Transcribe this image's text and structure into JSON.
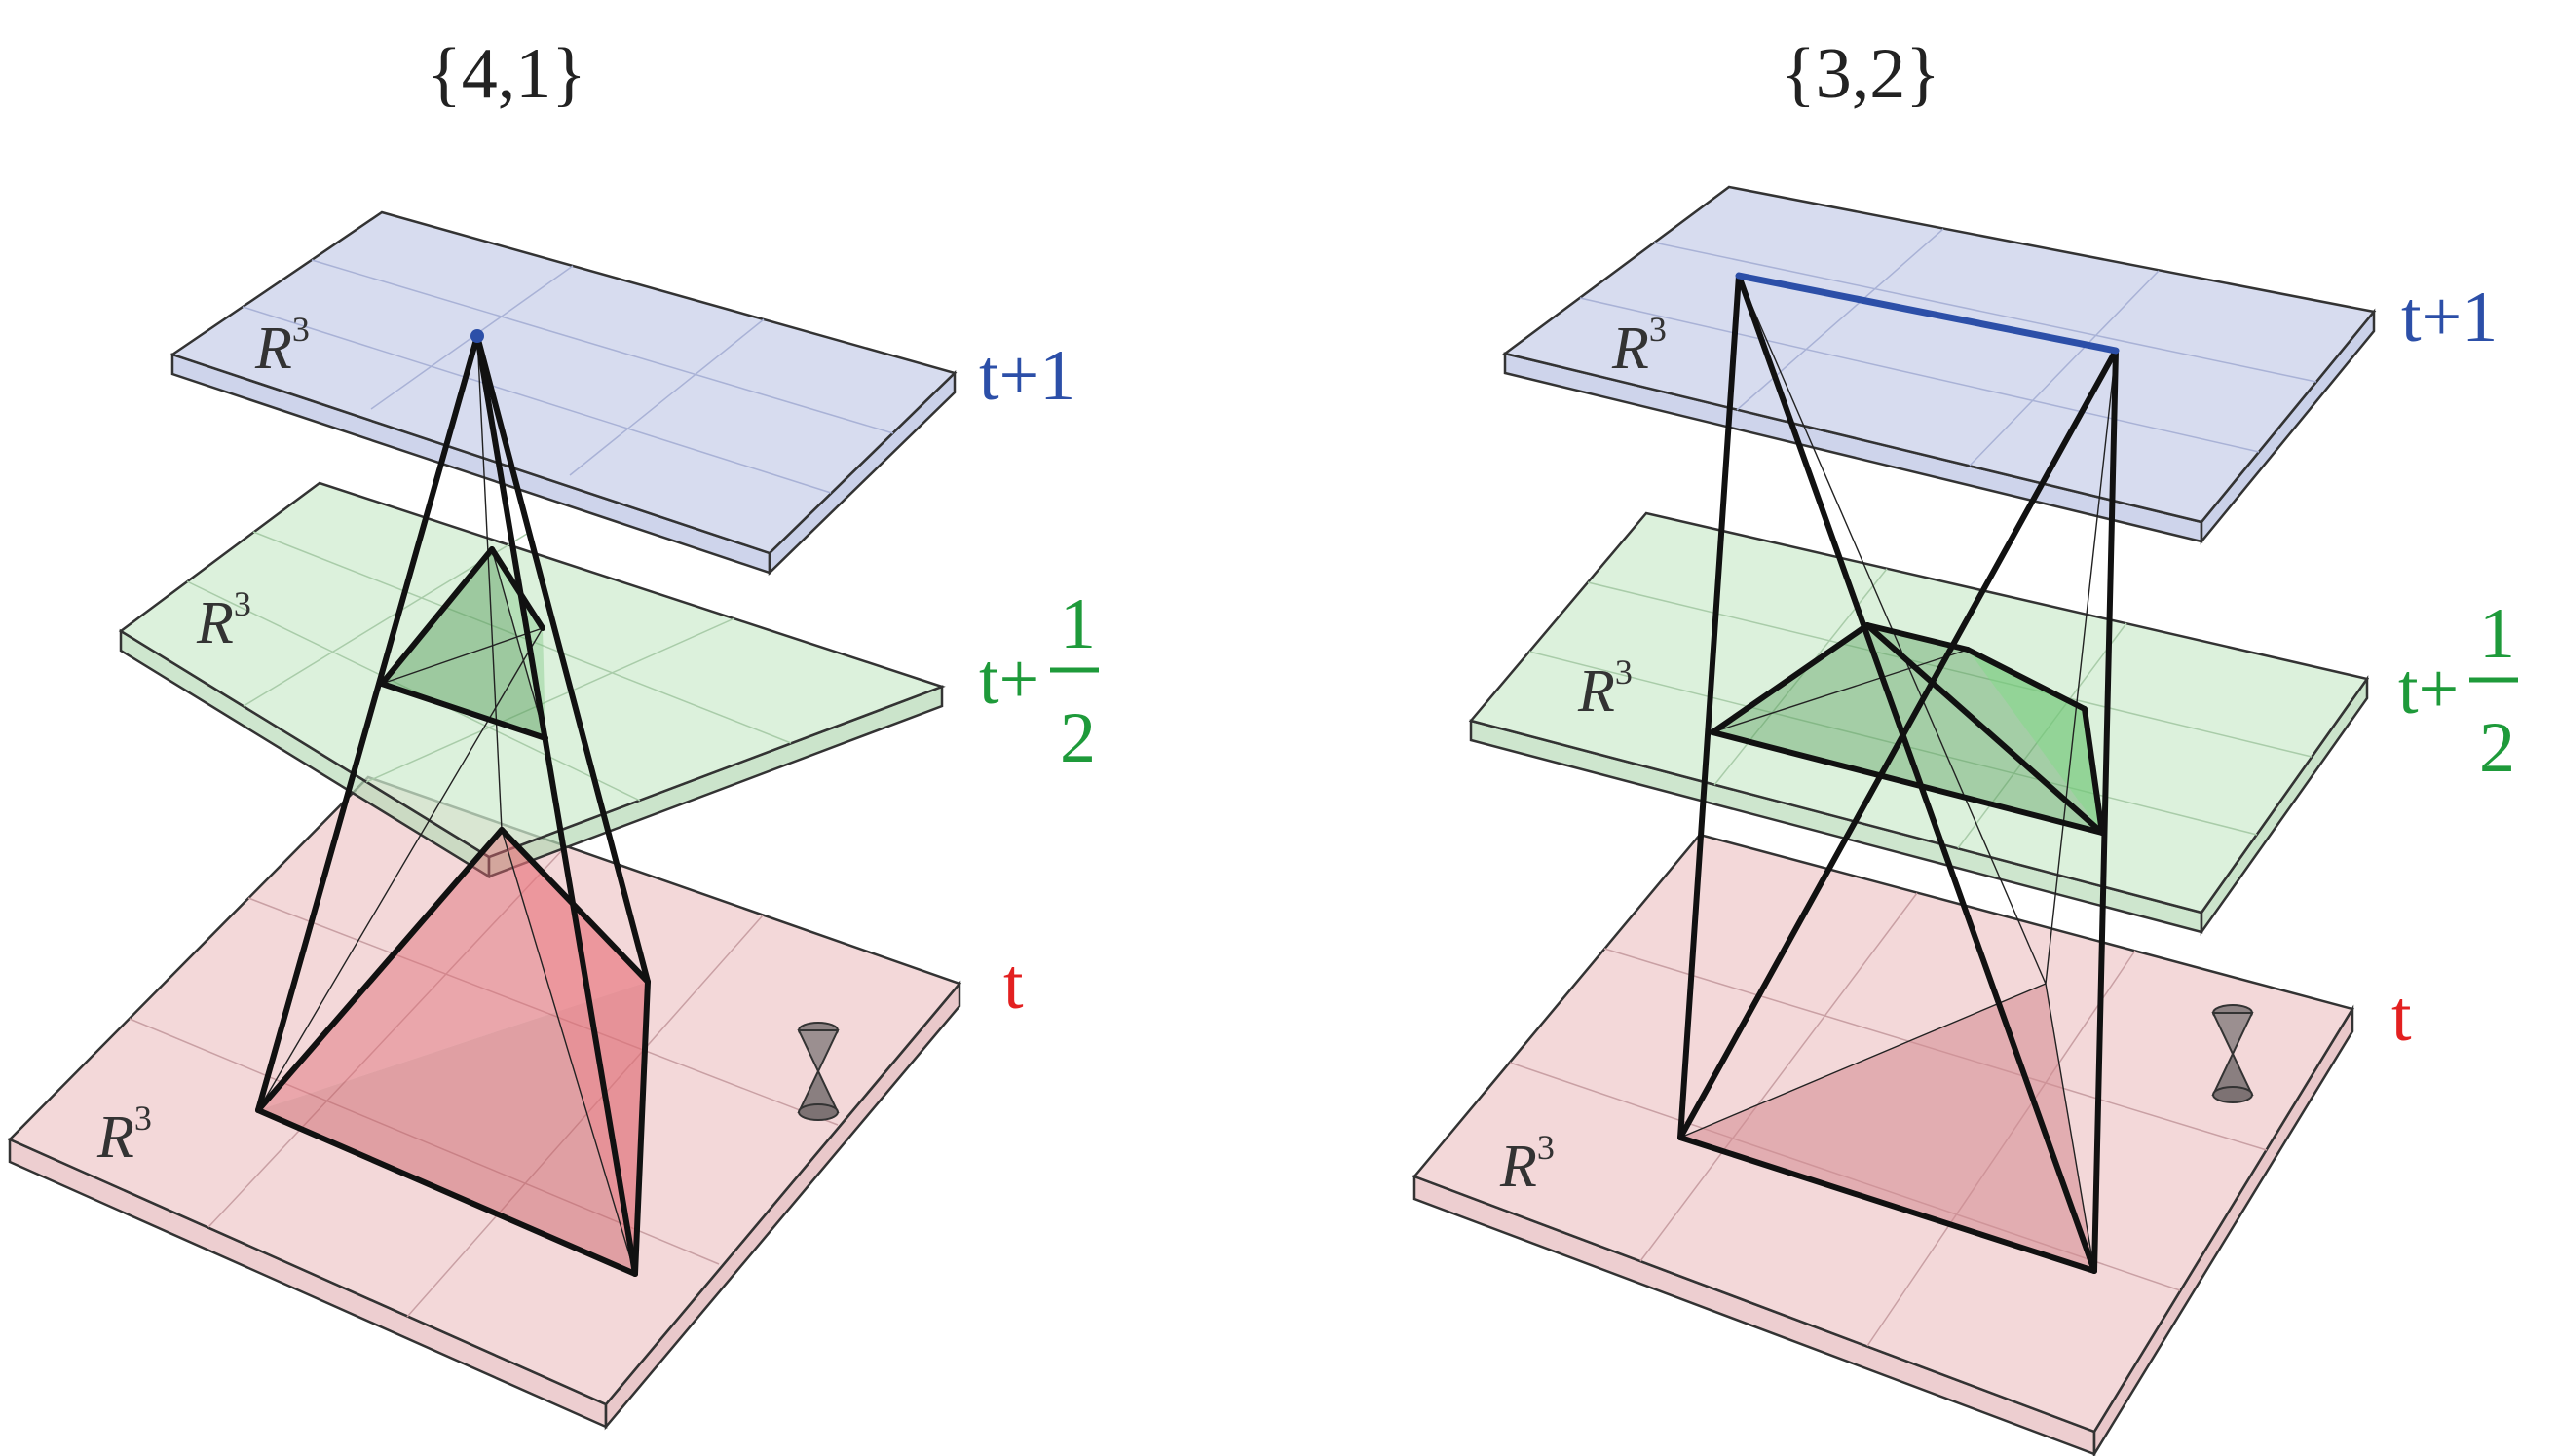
{
  "panels": [
    {
      "id": "4-1",
      "title": "{4,1}",
      "slice_labels": {
        "top": "t+1",
        "middle_prefix": "t+",
        "middle_num": "1",
        "middle_den": "2",
        "bottom": "t"
      },
      "space_label": "R",
      "space_exponent": "3"
    },
    {
      "id": "3-2",
      "title": "{3,2}",
      "slice_labels": {
        "top": "t+1",
        "middle_prefix": "t+",
        "middle_num": "1",
        "middle_den": "2",
        "bottom": "t"
      },
      "space_label": "R",
      "space_exponent": "3"
    }
  ],
  "colors": {
    "top_slice_fill": "#c9d0ea",
    "middle_slice_fill": "#cfeccf",
    "bottom_slice_fill": "#efc9cb",
    "top_label": "#2c4fa8",
    "middle_label": "#1e9a3a",
    "bottom_label": "#e32020",
    "edge": "#111111"
  }
}
